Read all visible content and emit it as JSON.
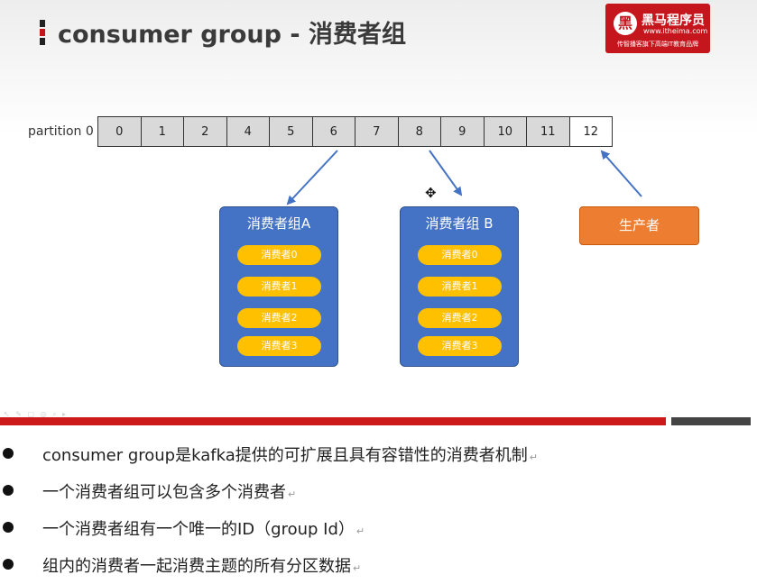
{
  "slide": {
    "title": "consumer group - 消费者组"
  },
  "logo": {
    "mark": "黑",
    "name": "黑马程序员",
    "url": "www.itheima.com",
    "slogan": "传智播客旗下高端IT教育品牌"
  },
  "partition": {
    "label": "partition 0",
    "offsets": [
      "0",
      "1",
      "2",
      "4",
      "5",
      "6",
      "7",
      "8",
      "9",
      "10",
      "11",
      "12"
    ]
  },
  "groups": [
    {
      "title": "消费者组A",
      "consumers": [
        "消费者0",
        "消费者1",
        "消费者2",
        "消费者3"
      ]
    },
    {
      "title": "消费者组 B",
      "consumers": [
        "消费者0",
        "消费者1",
        "消费者2",
        "消费者3"
      ]
    }
  ],
  "producer": {
    "label": "生产者"
  },
  "bullets": [
    "consumer group是kafka提供的可扩展且具有容错性的消费者机制",
    "一个消费者组可以包含多个消费者",
    "一个消费者组有一个唯一的ID（group Id）",
    "组内的消费者一起消费主题的所有分区数据"
  ],
  "colors": {
    "group_fill": "#4472c4",
    "consumer_fill": "#ffc000",
    "producer_fill": "#ed7d31",
    "arrow": "#4472c4",
    "brand_red": "#c4161c"
  }
}
